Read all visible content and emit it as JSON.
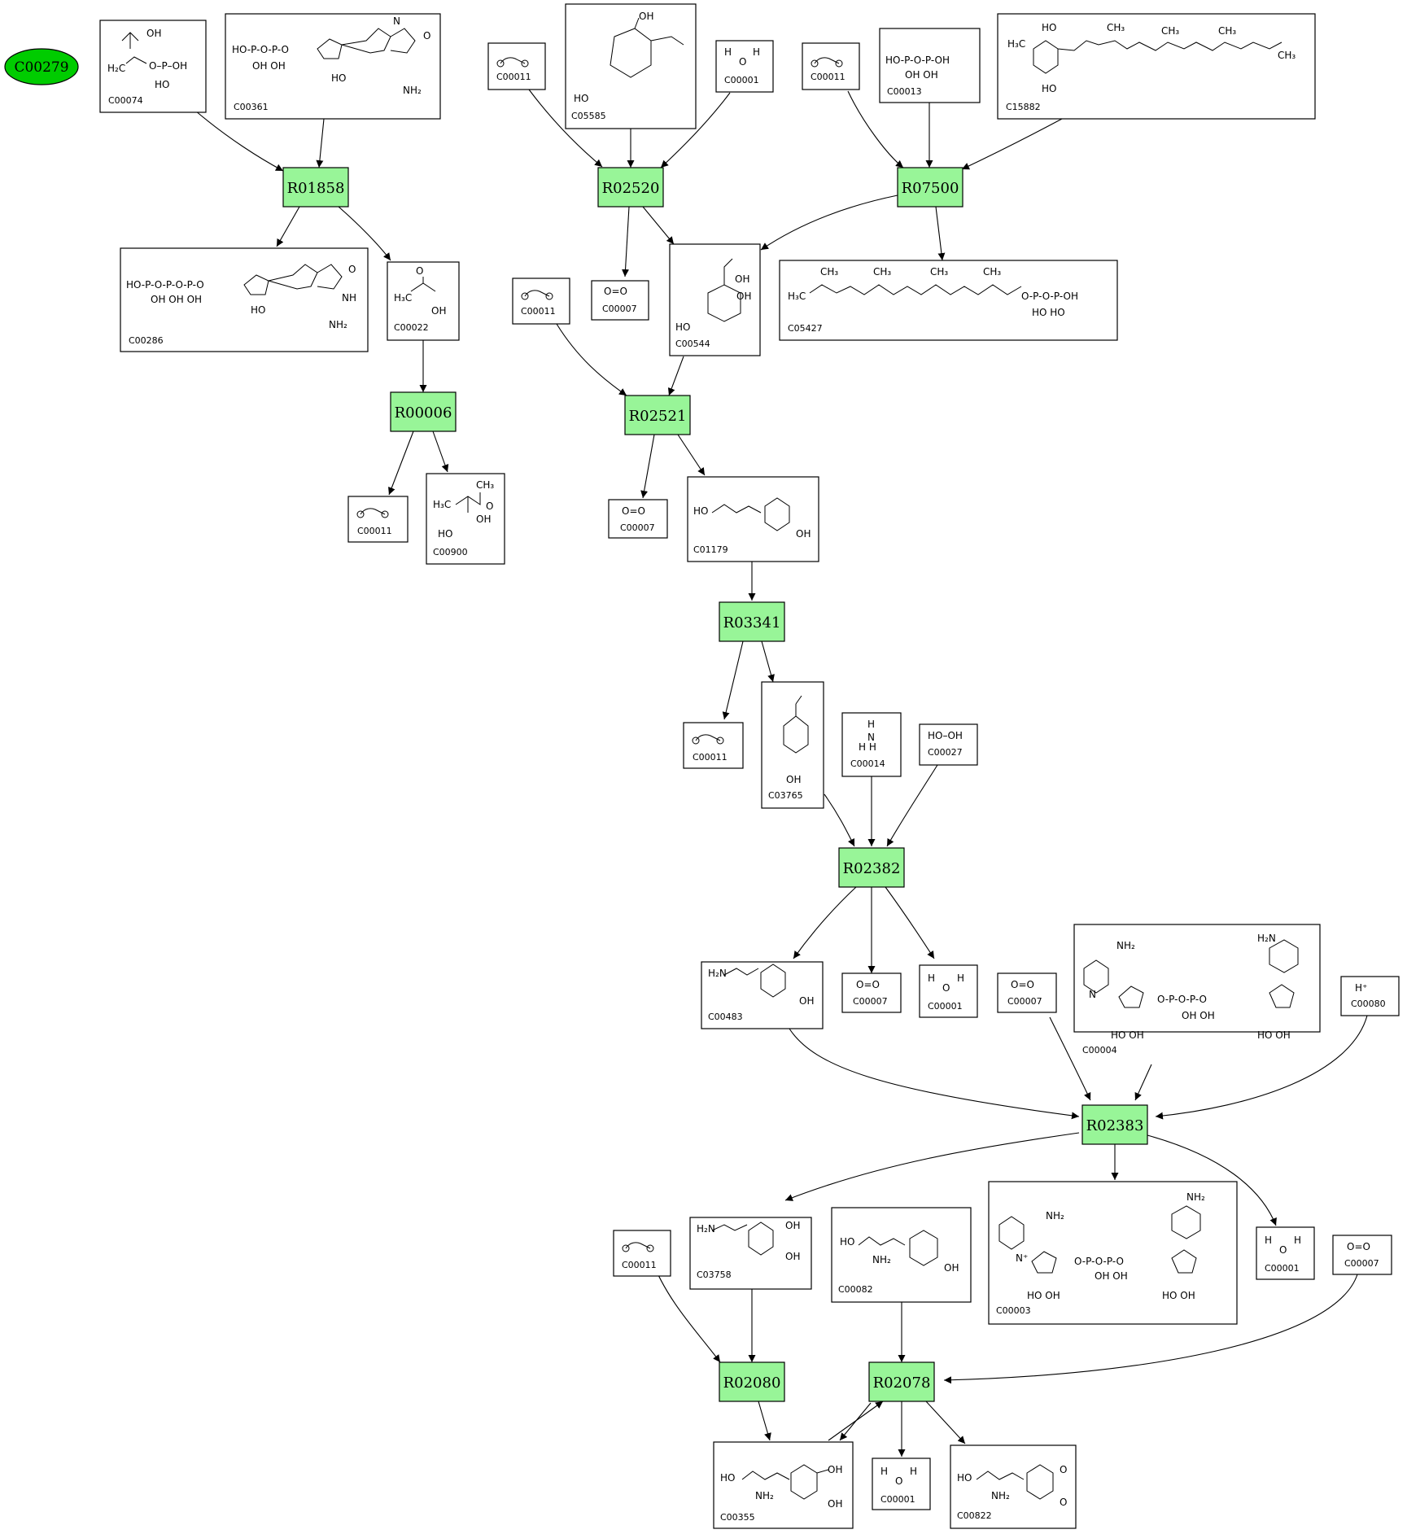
{
  "start": {
    "label": "C00279",
    "color": "#00cc00"
  },
  "reactions": [
    "R01858",
    "R02520",
    "R07500",
    "R00006",
    "R02521",
    "R03341",
    "R02382",
    "R02383",
    "R02080",
    "R02078"
  ],
  "compounds": [
    {
      "id": "C00074",
      "text": [
        "OH",
        "H₂C",
        "O–P–OH",
        "HO"
      ]
    },
    {
      "id": "C00361",
      "text": [
        "HO-P-O-P-O",
        "OH  OH",
        "HO",
        "NH₂",
        "O",
        "N"
      ]
    },
    {
      "id": "C00011",
      "text": []
    },
    {
      "id": "C05585",
      "text": [
        "OH",
        "HO"
      ]
    },
    {
      "id": "C00001",
      "text": [
        "H",
        "O",
        "H"
      ]
    },
    {
      "id": "C00011",
      "text": []
    },
    {
      "id": "C00013",
      "text": [
        "HO-P-O-P-OH",
        "OH   OH"
      ]
    },
    {
      "id": "C15882",
      "text": [
        "HO",
        "CH₃",
        "H₃C",
        "CH₃",
        "CH₃",
        "CH₃",
        "HO"
      ]
    },
    {
      "id": "C00286",
      "text": [
        "HO-P-O-P-O-P-O",
        "OH  OH  OH",
        "HO",
        "NH₂",
        "NH",
        "O"
      ]
    },
    {
      "id": "C00022",
      "text": [
        "O",
        "H₃C",
        "OH"
      ]
    },
    {
      "id": "C00007",
      "text": [
        "O=O"
      ]
    },
    {
      "id": "C00544",
      "text": [
        "OH",
        "OH",
        "HO"
      ]
    },
    {
      "id": "C05427",
      "text": [
        "CH₃",
        "CH₃",
        "CH₃",
        "CH₃",
        "H₃C",
        "O-P-O-P-OH",
        "HO   HO"
      ]
    },
    {
      "id": "C00011",
      "text": []
    },
    {
      "id": "C00011",
      "text": []
    },
    {
      "id": "C00900",
      "text": [
        "CH₃",
        "H₃C",
        "O",
        "OH",
        "HO"
      ]
    },
    {
      "id": "C00007",
      "text": [
        "O=O"
      ]
    },
    {
      "id": "C01179",
      "text": [
        "HO",
        "OH"
      ]
    },
    {
      "id": "C00011",
      "text": []
    },
    {
      "id": "C03765",
      "text": [
        "OH"
      ]
    },
    {
      "id": "C00014",
      "text": [
        "H",
        "N",
        "H H"
      ]
    },
    {
      "id": "C00027",
      "text": [
        "HO–OH"
      ]
    },
    {
      "id": "C00483",
      "text": [
        "H₂N",
        "OH"
      ]
    },
    {
      "id": "C00007",
      "text": [
        "O=O"
      ]
    },
    {
      "id": "C00001",
      "text": [
        "H",
        "O",
        "H"
      ]
    },
    {
      "id": "C00007",
      "text": [
        "O=O"
      ]
    },
    {
      "id": "C00004",
      "text": [
        "NH₂",
        "H₂N",
        "N",
        "O-P-O-P-O",
        "OH   OH",
        "HO  OH",
        "HO  OH"
      ]
    },
    {
      "id": "C00080",
      "text": [
        "H⁺"
      ]
    },
    {
      "id": "C03758",
      "text": [
        "H₂N",
        "OH",
        "OH"
      ]
    },
    {
      "id": "C00082",
      "text": [
        "HO",
        "NH₂",
        "OH"
      ]
    },
    {
      "id": "C00003",
      "text": [
        "NH₂",
        "NH₂",
        "N⁺",
        "O-P-O-P-O",
        "OH   OH",
        "HO  OH",
        "HO  OH"
      ]
    },
    {
      "id": "C00001",
      "text": [
        "H",
        "O",
        "H"
      ]
    },
    {
      "id": "C00007",
      "text": [
        "O=O"
      ]
    },
    {
      "id": "C00011",
      "text": []
    },
    {
      "id": "C00355",
      "text": [
        "HO",
        "NH₂",
        "OH",
        "OH"
      ]
    },
    {
      "id": "C00001",
      "text": [
        "H",
        "O",
        "H"
      ]
    },
    {
      "id": "C00822",
      "text": [
        "HO",
        "NH₂",
        "O",
        "O"
      ]
    }
  ]
}
